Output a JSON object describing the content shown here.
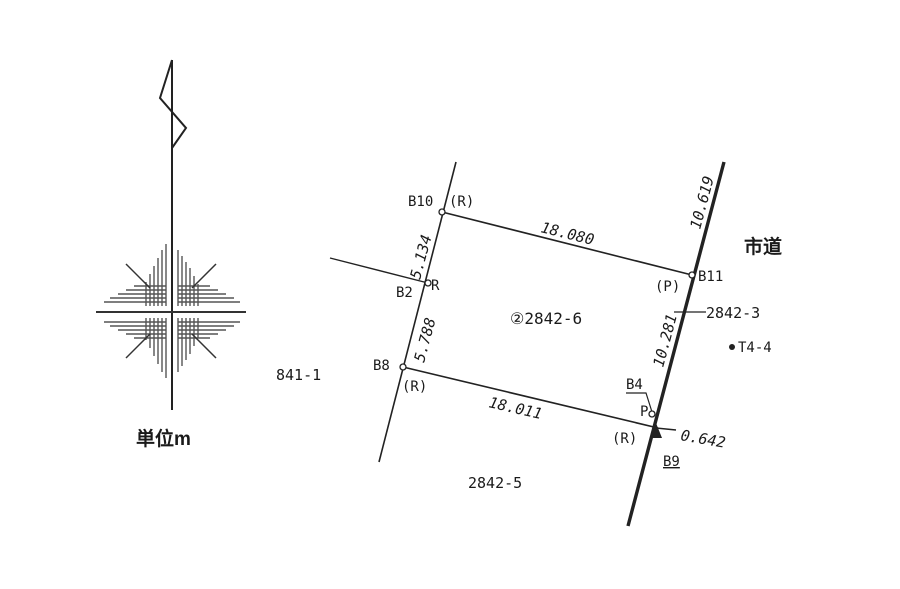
{
  "unit_label": "単位m",
  "road_label": "市道",
  "parcels": {
    "subject": "②2842-6",
    "east": "2842-3",
    "west": "841-1",
    "south": "2842-5"
  },
  "points": {
    "b10": "B10",
    "b2": "B2",
    "b8": "B8",
    "b11": "B11",
    "b4": "B4",
    "b9": "B9",
    "t4_4": "T4-4"
  },
  "markers": {
    "r_b10": "(R)",
    "r_b2": "R",
    "r_b8": "(R)",
    "p_b11": "(P)",
    "p_b4": "P",
    "r_b9": "(R)"
  },
  "dimensions": {
    "top": "18.080",
    "bottom": "18.011",
    "left_upper": "5.134",
    "left_lower": "5.788",
    "right_mid": "10.281",
    "right_top": "10.619",
    "right_offset": "0.642"
  }
}
